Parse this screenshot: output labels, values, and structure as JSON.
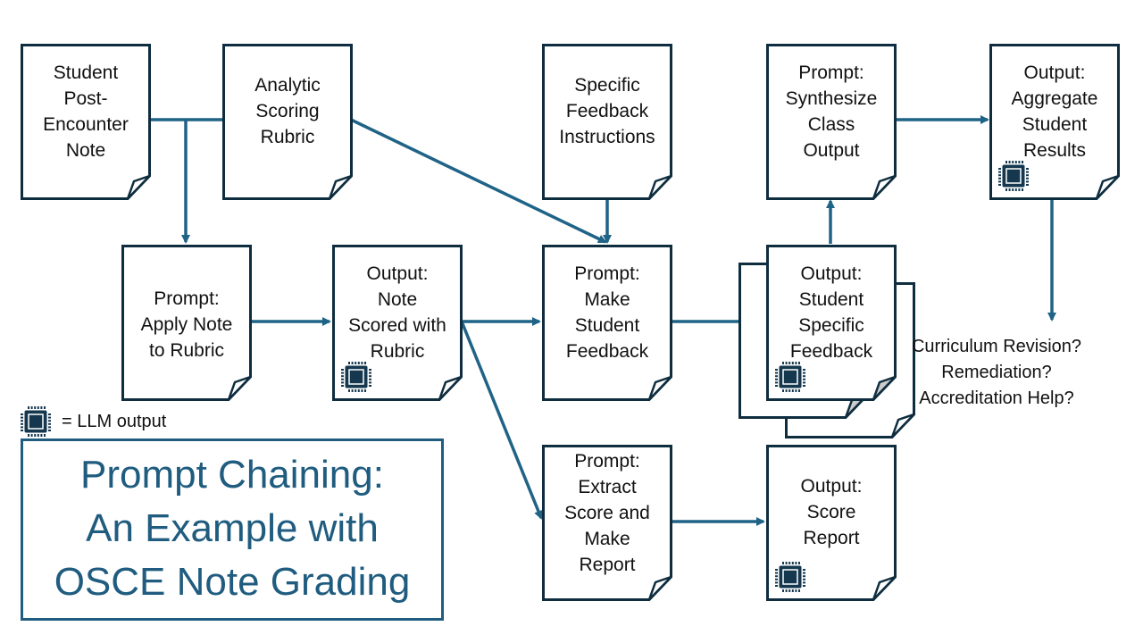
{
  "colors": {
    "border": "#0e2d3f",
    "arrow": "#1f6387",
    "title": "#1f5c7f",
    "chip": "#15384f",
    "fold_shade": "#cccccc"
  },
  "documents": {
    "student_note": "Student\nPost-\nEncounter\nNote",
    "rubric": "Analytic\nScoring\nRubric",
    "feedback_instructions": "Specific\nFeedback\nInstructions",
    "synthesize": "Prompt:\nSynthesize\nClass\nOutput",
    "aggregate": "Output:\nAggregate\nStudent\nResults",
    "apply_note": "Prompt:\nApply Note\nto Rubric",
    "note_scored": "Output:\nNote\nScored with\nRubric",
    "make_feedback": "Prompt:\nMake\nStudent\nFeedback",
    "student_feedback": "Output:\nStudent\nSpecific\nFeedback",
    "extract_score": "Prompt:\nExtract\nScore and\nMake\nReport",
    "score_report": "Output:\nScore\nReport"
  },
  "legend": {
    "icon": "chip-icon",
    "label": "= LLM output"
  },
  "outcomes": "Curriculum Revision?\nRemediation?\nAccreditation Help?",
  "title": "Prompt Chaining:\nAn Example with\nOSCE Note Grading"
}
